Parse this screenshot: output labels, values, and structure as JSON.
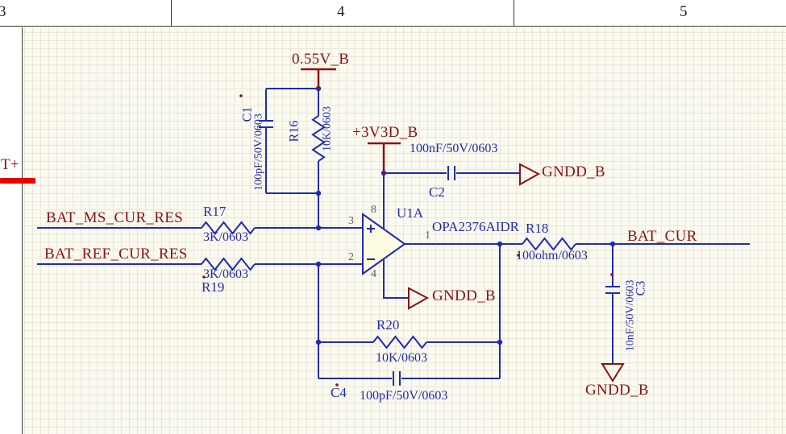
{
  "sheet": {
    "zones": [
      "3",
      "4",
      "5"
    ]
  },
  "colors": {
    "wire": "#1f2ab5",
    "component": "#1f2ab5",
    "net_label": "#8b1212",
    "highlight": "#e60000",
    "background": "#fbfaf0"
  },
  "net_labels": {
    "bat_ms": "BAT_MS_CUR_RES",
    "bat_ref": "BAT_REF_CUR_RES",
    "bat_cur": "BAT_CUR",
    "t_plus": "T+"
  },
  "power_ports": {
    "v055": "0.55V_B",
    "v3v3": "+3V3D_B",
    "gnd_c2": "GNDD_B",
    "gnd_u1": "GNDD_B",
    "gnd_c3": "GNDD_B"
  },
  "components": {
    "c1": {
      "ref": "C1",
      "value": "100pF/50V/0603"
    },
    "c2": {
      "ref": "C2",
      "value": "100nF/50V/0603"
    },
    "c3": {
      "ref": "C3",
      "value": "10nF/50V/0603"
    },
    "c4": {
      "ref": "C4",
      "value": "100pF/50V/0603"
    },
    "r16": {
      "ref": "R16",
      "value": "10K/0603"
    },
    "r17": {
      "ref": "R17",
      "value": "3K/0603"
    },
    "r18": {
      "ref": "R18",
      "value": "100ohm/0603"
    },
    "r19": {
      "ref": "R19",
      "value": "3K/0603"
    },
    "r20": {
      "ref": "R20",
      "value": "10K/0603"
    },
    "u1": {
      "ref": "U1A",
      "part": "OPA2376AIDR",
      "pins": {
        "p1": "1",
        "p2": "2",
        "p3": "3",
        "p4": "4",
        "p8": "8"
      }
    }
  }
}
